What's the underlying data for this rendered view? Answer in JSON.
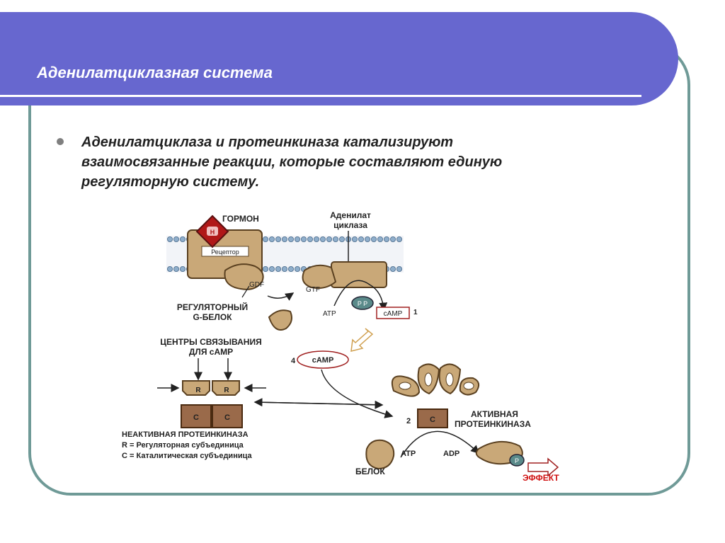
{
  "title": "Аденилатциклазная система",
  "bullet": {
    "lines": [
      "Аденилатциклаза и протеинкиназа катализируют",
      "взаимосвязанные реакции, которые составляют единую",
      "регуляторную систему."
    ]
  },
  "diagram": {
    "hormone_label": "ГОРМОН",
    "hormone_letter": "H",
    "adenylate_cyclase_label": [
      "Аденилат",
      "циклаза"
    ],
    "receptor_label": "Рецептор",
    "gdp_label": "GDF",
    "gtp_label": "GTF",
    "atp_label_top": "ATP",
    "camp_label_top": "cAMP",
    "camp_index": "1",
    "pp_label": "P P",
    "g_protein_label": [
      "РЕГУЛЯТОРНЫЙ",
      "G-БЕЛОК"
    ],
    "binding_sites_label": [
      "ЦЕНТРЫ СВЯЗЫВАНИЯ",
      "ДЛЯ cAMP"
    ],
    "camp_middle": "cAMP",
    "step_4": "4",
    "step_2": "2",
    "r_label": "R",
    "c_label": "C",
    "inactive_kinase_label": "НЕАКТИВНАЯ ПРОТЕИНКИНАЗА",
    "legend_r": "R = Регуляторная субъединица",
    "legend_c": "C = Каталитическая субъединица",
    "active_kinase_label": [
      "АКТИВНАЯ",
      "ПРОТЕИНКИНАЗА"
    ],
    "atp_label_bottom": "ATP",
    "adp_label": "ADP",
    "protein_label": "БЕЛОК",
    "p_label": "P",
    "effect_label": "ЭФФЕКТ"
  },
  "colors": {
    "header": "#6767cf",
    "frame": "#6f9a97",
    "subunit_fill": "#c8a678",
    "receptor_fill": "#c9a878",
    "hormone_fill": "#b01818",
    "effect": "#d01010",
    "membrane": "#8faecb"
  }
}
